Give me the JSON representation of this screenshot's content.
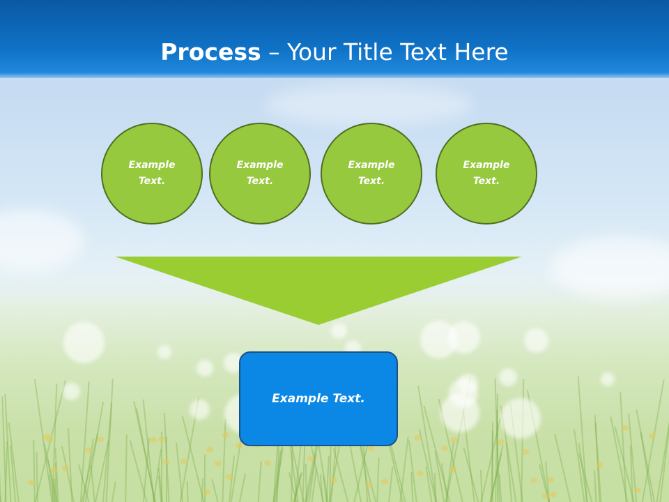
{
  "slide": {
    "title_bold": "Process",
    "title_dash": " – ",
    "title_rest": "Your Title Text Here"
  },
  "circles": [
    {
      "line1": "Example",
      "line2": "Text."
    },
    {
      "line1": "Example",
      "line2": "Text."
    },
    {
      "line1": "Example",
      "line2": "Text."
    },
    {
      "line1": "Example",
      "line2": "Text."
    }
  ],
  "result_box": {
    "label": "Example Text."
  },
  "colors": {
    "header": "#0f72c6",
    "circle_fill": "#96c93d",
    "circle_border": "#4f6e22",
    "funnel": "#9acd32",
    "box_fill": "#0b87e6",
    "box_border": "#1e4f86"
  }
}
